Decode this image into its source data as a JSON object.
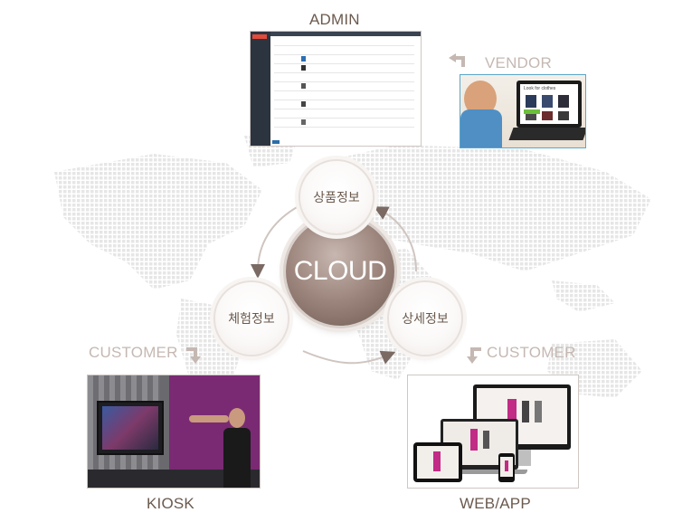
{
  "labels": {
    "admin": "ADMIN",
    "vendor": "VENDOR",
    "customer_left": "CUSTOMER",
    "customer_right": "CUSTOMER",
    "kiosk": "KIOSK",
    "webapp": "WEB/APP"
  },
  "center": {
    "cloud": "CLOUD",
    "node_top": "상품정보",
    "node_left": "체험정보",
    "node_right": "상세정보"
  },
  "vendor_screen": {
    "heading": "Look for clothes"
  },
  "colors": {
    "label_text": "#6b5a4e",
    "label_muted": "#c5b8b2",
    "cloud_core": "#8f7a71",
    "map_dots": "#e9e9e9",
    "arrow": "#7a6a63"
  }
}
